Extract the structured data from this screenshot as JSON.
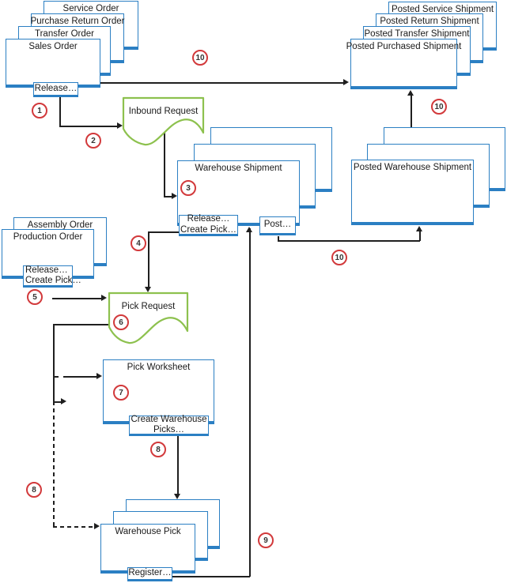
{
  "colors": {
    "accent_blue": "#2b7fc3",
    "doc_green": "#8dc14e",
    "badge_red": "#d2393b",
    "line_black": "#1f1f1f",
    "doc_fill": "#ffffff"
  },
  "boxes": {
    "service_order": "Service Order",
    "purchase_return_order": "Purchase Return Order",
    "transfer_order": "Transfer Order",
    "sales_order": "Sales Order",
    "posted_service_shipment": "Posted Service Shipment",
    "posted_return_shipment": "Posted Return Shipment",
    "posted_transfer_shipment": "Posted Transfer Shipment",
    "posted_purchased_shipment": "Posted Purchased Shipment",
    "warehouse_shipment": "Warehouse Shipment",
    "posted_warehouse_shipment": "Posted Warehouse Shipment",
    "assembly_order": "Assembly Order",
    "production_order": "Production Order",
    "pick_worksheet": "Pick Worksheet",
    "warehouse_pick": "Warehouse Pick"
  },
  "documents": {
    "inbound_request": "Inbound Request",
    "pick_request": "Pick Request"
  },
  "buttons": {
    "sales_release": "Release…",
    "ws_release_line1": "Release…",
    "ws_release_line2": "Create Pick…",
    "ws_post": "Post…",
    "prod_release_line1": "Release…",
    "prod_release_line2": "Create Pick…",
    "pw_create_line1": "Create Warehouse",
    "pw_create_line2": "Picks…",
    "wp_register": "Register…"
  },
  "steps": {
    "s1": "1",
    "s2": "2",
    "s3": "3",
    "s4": "4",
    "s5": "5",
    "s6": "6",
    "s7": "7",
    "s8": "8",
    "s9": "9",
    "s10": "10"
  }
}
